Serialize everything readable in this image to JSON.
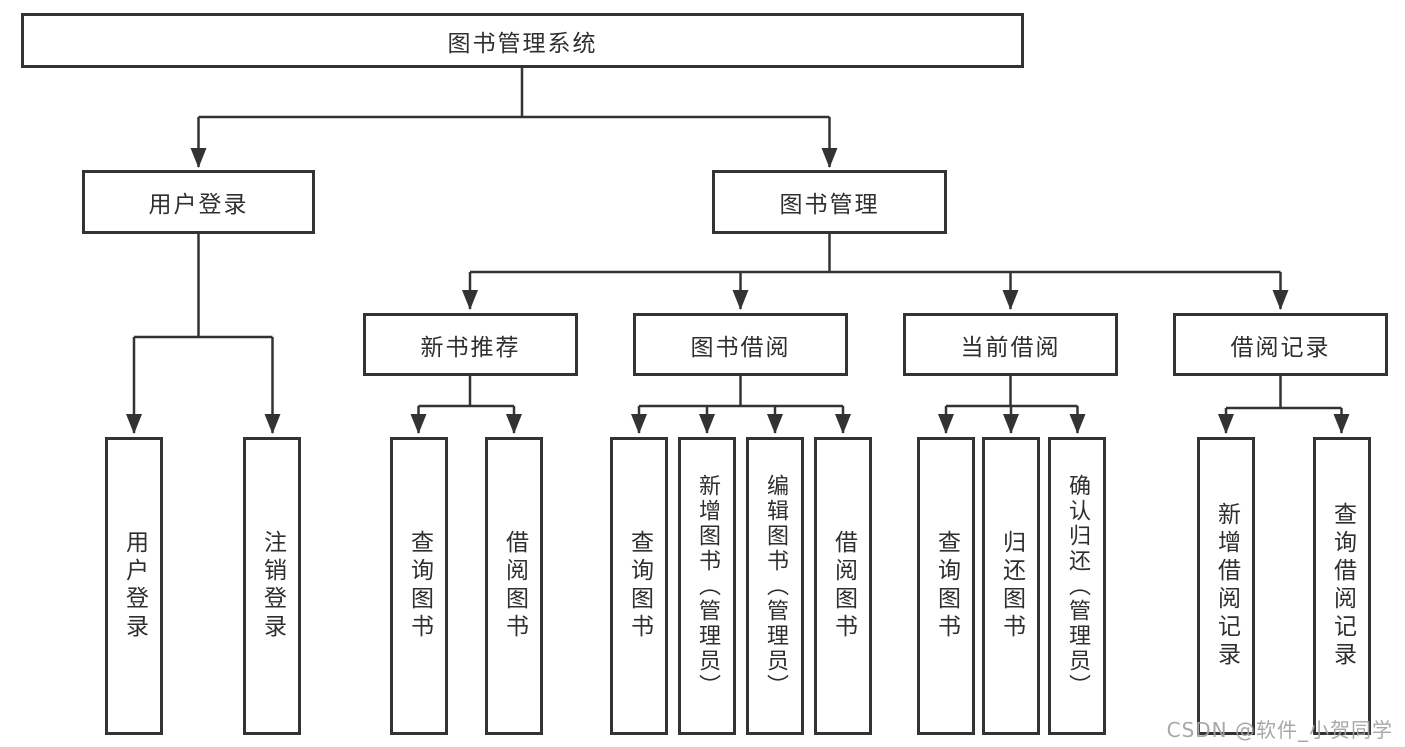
{
  "diagram": {
    "title_node": "图书管理系统",
    "root": "图书管理系统",
    "level2": [
      {
        "label": "用户登录"
      },
      {
        "label": "图书管理"
      }
    ],
    "level3": [
      {
        "label": "新书推荐"
      },
      {
        "label": "图书借阅"
      },
      {
        "label": "当前借阅"
      },
      {
        "label": "借阅记录"
      }
    ],
    "leaves": [
      {
        "label": "用户登录",
        "parent": "用户登录"
      },
      {
        "label": "注销登录",
        "parent": "用户登录"
      },
      {
        "label": "查询图书",
        "parent": "新书推荐"
      },
      {
        "label": "借阅图书",
        "parent": "新书推荐"
      },
      {
        "label": "查询图书",
        "parent": "图书借阅"
      },
      {
        "label": "新增图书（管理员）",
        "parent": "图书借阅"
      },
      {
        "label": "编辑图书（管理员）",
        "parent": "图书借阅"
      },
      {
        "label": "借阅图书",
        "parent": "图书借阅"
      },
      {
        "label": "查询图书",
        "parent": "当前借阅"
      },
      {
        "label": "归还图书",
        "parent": "当前借阅"
      },
      {
        "label": "确认归还（管理员）",
        "parent": "当前借阅"
      },
      {
        "label": "新增借阅记录",
        "parent": "借阅记录"
      },
      {
        "label": "查询借阅记录",
        "parent": "借阅记录"
      }
    ],
    "colors": {
      "line": "#333333",
      "box_border": "#333333",
      "box_bg": "#ffffff",
      "text": "#2f2f2f",
      "watermark": "#a3a3a3"
    }
  },
  "watermark": {
    "text": "CSDN @软件_小贺同学"
  }
}
